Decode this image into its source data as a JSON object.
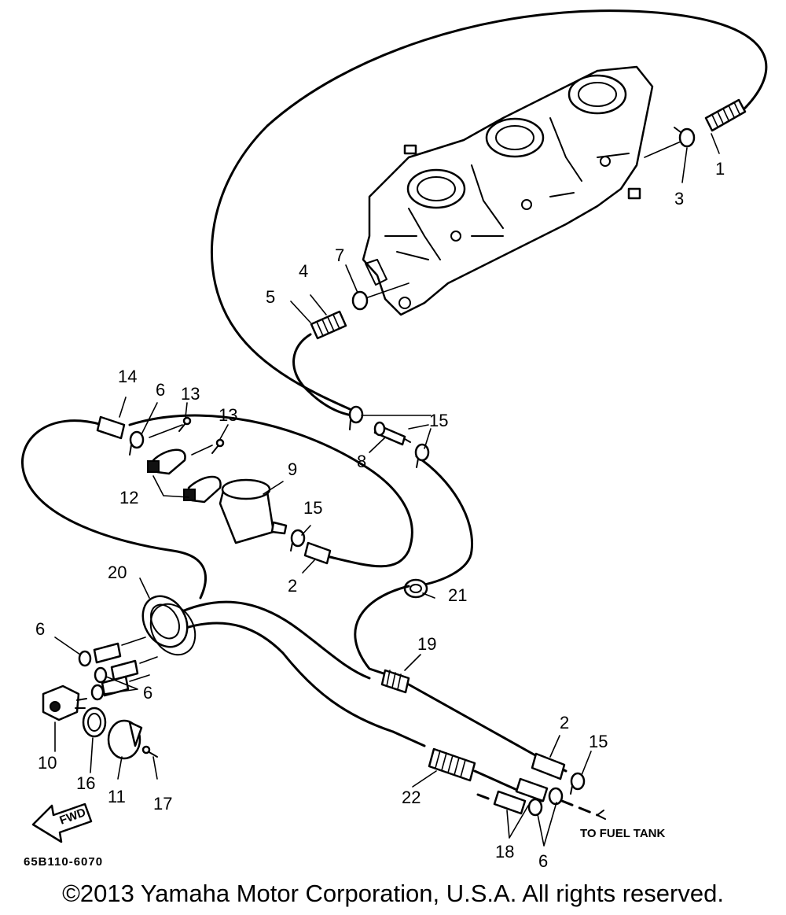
{
  "diagram": {
    "callouts": [
      {
        "id": "c1",
        "label": "1"
      },
      {
        "id": "c2a",
        "label": "2"
      },
      {
        "id": "c2b",
        "label": "2"
      },
      {
        "id": "c3",
        "label": "3"
      },
      {
        "id": "c4",
        "label": "4"
      },
      {
        "id": "c5",
        "label": "5"
      },
      {
        "id": "c6a",
        "label": "6"
      },
      {
        "id": "c6b",
        "label": "6"
      },
      {
        "id": "c6c",
        "label": "6"
      },
      {
        "id": "c6d",
        "label": "6"
      },
      {
        "id": "c7",
        "label": "7"
      },
      {
        "id": "c8",
        "label": "8"
      },
      {
        "id": "c9",
        "label": "9"
      },
      {
        "id": "c10",
        "label": "10"
      },
      {
        "id": "c11",
        "label": "11"
      },
      {
        "id": "c12",
        "label": "12"
      },
      {
        "id": "c13a",
        "label": "13"
      },
      {
        "id": "c13b",
        "label": "13"
      },
      {
        "id": "c14",
        "label": "14"
      },
      {
        "id": "c15a",
        "label": "15"
      },
      {
        "id": "c15b",
        "label": "15"
      },
      {
        "id": "c15c",
        "label": "15"
      },
      {
        "id": "c16",
        "label": "16"
      },
      {
        "id": "c17",
        "label": "17"
      },
      {
        "id": "c18",
        "label": "18"
      },
      {
        "id": "c19",
        "label": "19"
      },
      {
        "id": "c20",
        "label": "20"
      },
      {
        "id": "c21",
        "label": "21"
      },
      {
        "id": "c22",
        "label": "22"
      }
    ],
    "to_fuel_tank": "TO FUEL TANK",
    "fwd_label": "FWD",
    "part_code": "65B110-6070"
  },
  "copyright": "©2013 Yamaha Motor Corporation, U.S.A. All rights reserved."
}
